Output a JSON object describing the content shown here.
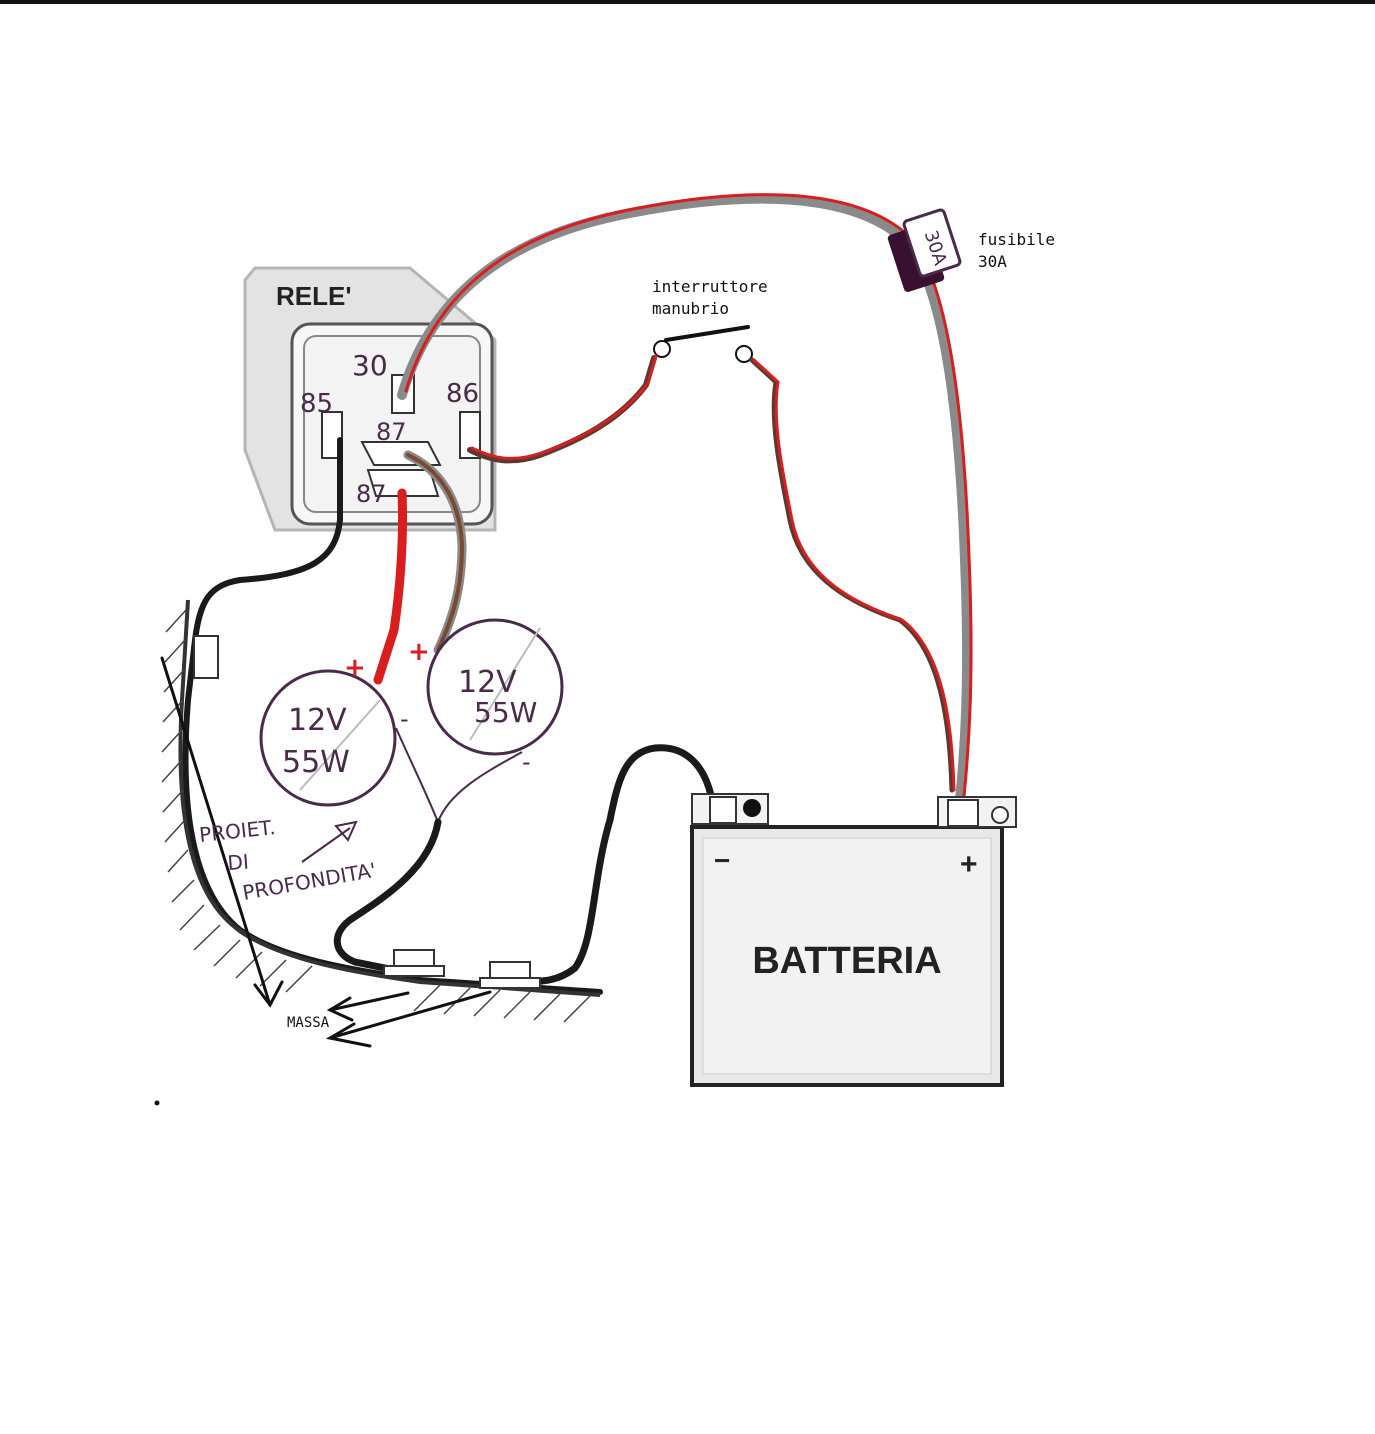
{
  "relay": {
    "title": "RELE'",
    "pins": {
      "p30": "30",
      "p85": "85",
      "p86": "86",
      "p87": "87",
      "p87b": "87"
    }
  },
  "switch": {
    "label_line1": "interruttore",
    "label_line2": "manubrio"
  },
  "fuse": {
    "mark": "30A",
    "label_line1": "fusibile",
    "label_line2": "30A"
  },
  "lamps": [
    {
      "volt": "12V",
      "watt": "55W"
    },
    {
      "volt": "12V",
      "watt": "55W"
    }
  ],
  "signs": {
    "plus": "+",
    "minus": "-"
  },
  "battery": {
    "label": "BATTERIA",
    "neg": "−",
    "pos": "+"
  },
  "annotation": {
    "line1": "PROIET.",
    "line2": "DI",
    "line3": "PROFONDITA'"
  },
  "ground": {
    "label": "MASSA"
  },
  "colors": {
    "wire_red": "#d81e1e",
    "wire_grey": "#8a8a8a",
    "wire_black": "#1a1a1a",
    "ink": "#4a2a4a",
    "fuse": "#3a1030"
  }
}
